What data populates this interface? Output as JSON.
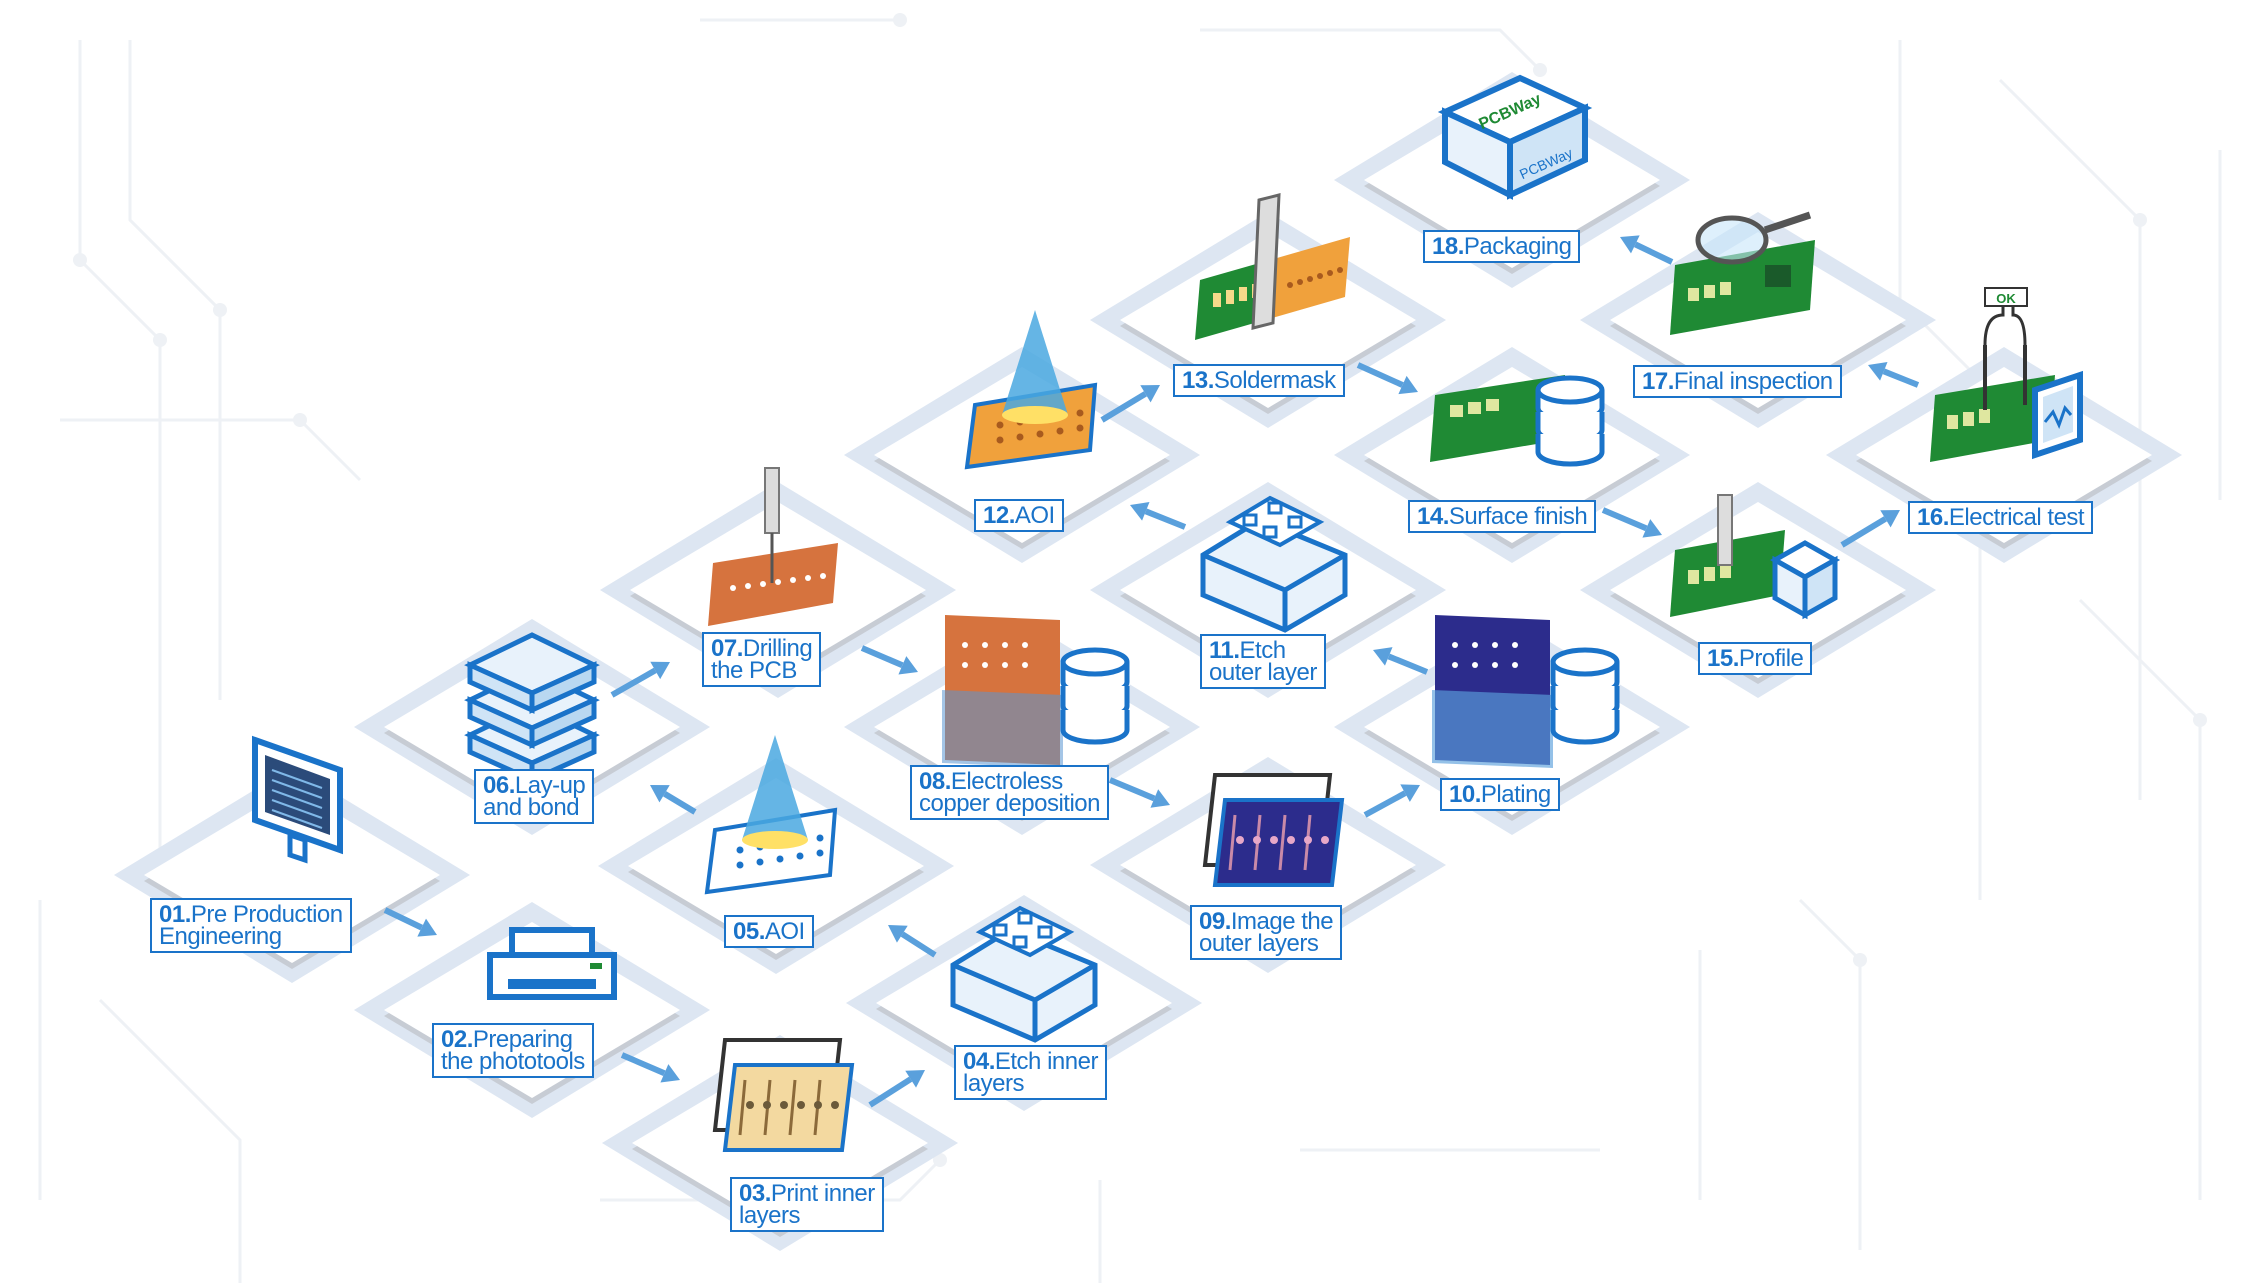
{
  "steps": [
    {
      "num": "01.",
      "line1": "Pre Production",
      "line2": "Engineering",
      "icon": "monitor-icon"
    },
    {
      "num": "02.",
      "line1": "Preparing",
      "line2": "the phototools",
      "icon": "printer-icon"
    },
    {
      "num": "03.",
      "line1": "Print inner",
      "line2": "layers",
      "icon": "film-layers-icon"
    },
    {
      "num": "04.",
      "line1": "Etch inner",
      "line2": "layers",
      "icon": "etch-machine-icon"
    },
    {
      "num": "05.",
      "line1": "AOI",
      "line2": "",
      "icon": "aoi-scan-icon"
    },
    {
      "num": "06.",
      "line1": "Lay-up",
      "line2": "and bond",
      "icon": "layer-stack-icon"
    },
    {
      "num": "07.",
      "line1": "Drilling",
      "line2": "the PCB",
      "icon": "drill-icon"
    },
    {
      "num": "08.",
      "line1": "Electroless",
      "line2": "copper deposition",
      "icon": "copper-tank-icon"
    },
    {
      "num": "09.",
      "line1": "Image the",
      "line2": "outer layers",
      "icon": "film-layers-icon"
    },
    {
      "num": "10.",
      "line1": "Plating",
      "line2": "",
      "icon": "plating-tank-icon"
    },
    {
      "num": "11.",
      "line1": "Etch",
      "line2": "outer layer",
      "icon": "etch-machine-icon"
    },
    {
      "num": "12.",
      "line1": "AOI",
      "line2": "",
      "icon": "aoi-scan-icon"
    },
    {
      "num": "13.",
      "line1": "Soldermask",
      "line2": "",
      "icon": "soldermask-icon"
    },
    {
      "num": "14.",
      "line1": "Surface finish",
      "line2": "",
      "icon": "surface-finish-icon"
    },
    {
      "num": "15.",
      "line1": "Profile",
      "line2": "",
      "icon": "router-icon"
    },
    {
      "num": "16.",
      "line1": "Electrical test",
      "line2": "",
      "icon": "electrical-test-icon"
    },
    {
      "num": "17.",
      "line1": "Final inspection",
      "line2": "",
      "icon": "magnifier-icon"
    },
    {
      "num": "18.",
      "line1": "Packaging",
      "line2": "",
      "icon": "package-box-icon"
    }
  ],
  "box_brand": "PCBWay",
  "test_badge": "OK",
  "colors": {
    "accent": "#1a73c9",
    "tile_band": "#dde6f2",
    "tile_top": "#ffffff",
    "pcb_green": "#1f8a34",
    "pcb_orange": "#f0a13c",
    "copper": "#d6733e",
    "navy": "#2c2c8c",
    "light_blue": "#4aa8e0"
  }
}
